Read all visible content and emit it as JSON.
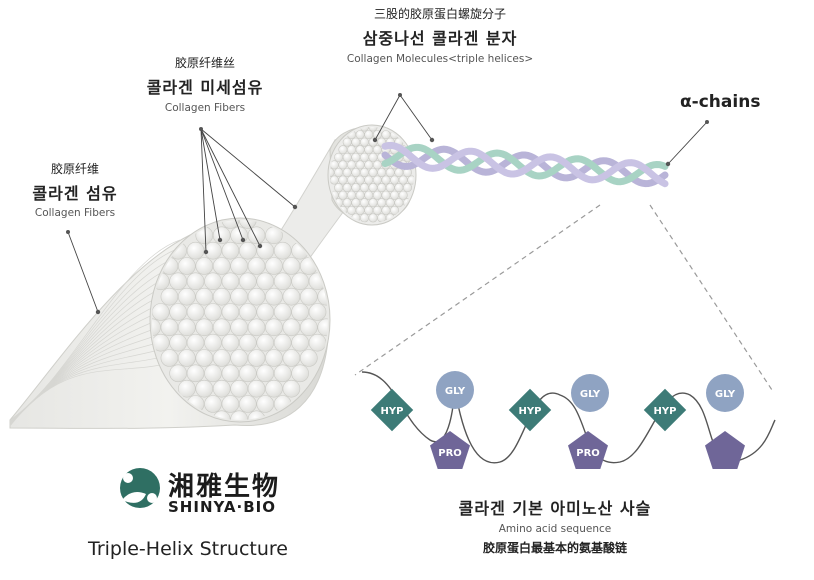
{
  "labels": {
    "fibers": {
      "zh": "胶原纤维",
      "ko": "콜라겐 섬유",
      "en": "Collagen Fibers"
    },
    "fibrils": {
      "zh": "胶原纤维丝",
      "ko": "콜라겐 미세섬유",
      "en": "Collagen Fibers"
    },
    "molecules": {
      "zh": "三股的胶原蛋白螺旋分子",
      "ko": "삼중나선 콜라겐 분자",
      "en": "Collagen Molecules<triple helices>"
    },
    "alpha_chains": "α-chains",
    "amino": {
      "ko": "콜라겐 기본 아미노산 사슬",
      "en": "Amino acid sequence",
      "zh": "胶原蛋白最基本的氨基酸链"
    }
  },
  "sequence": [
    {
      "type": "diamond",
      "label": "HYP"
    },
    {
      "type": "circle",
      "label": "GLY"
    },
    {
      "type": "pentagon",
      "label": "PRO"
    },
    {
      "type": "diamond",
      "label": "HYP"
    },
    {
      "type": "circle",
      "label": "GLY"
    },
    {
      "type": "pentagon",
      "label": "PRO"
    },
    {
      "type": "diamond",
      "label": "HYP"
    },
    {
      "type": "circle",
      "label": "GLY"
    },
    {
      "type": "pentagon",
      "label": ""
    }
  ],
  "brand": {
    "name_zh": "湘雅生物",
    "name_en": "SHINYA·BIO"
  },
  "caption": "Triple-Helix Structure",
  "colors": {
    "hyp": "#3d7b77",
    "gly": "#8fa3c2",
    "pro": "#6f6698",
    "line": "#555555",
    "brand": "#2f6f63"
  }
}
